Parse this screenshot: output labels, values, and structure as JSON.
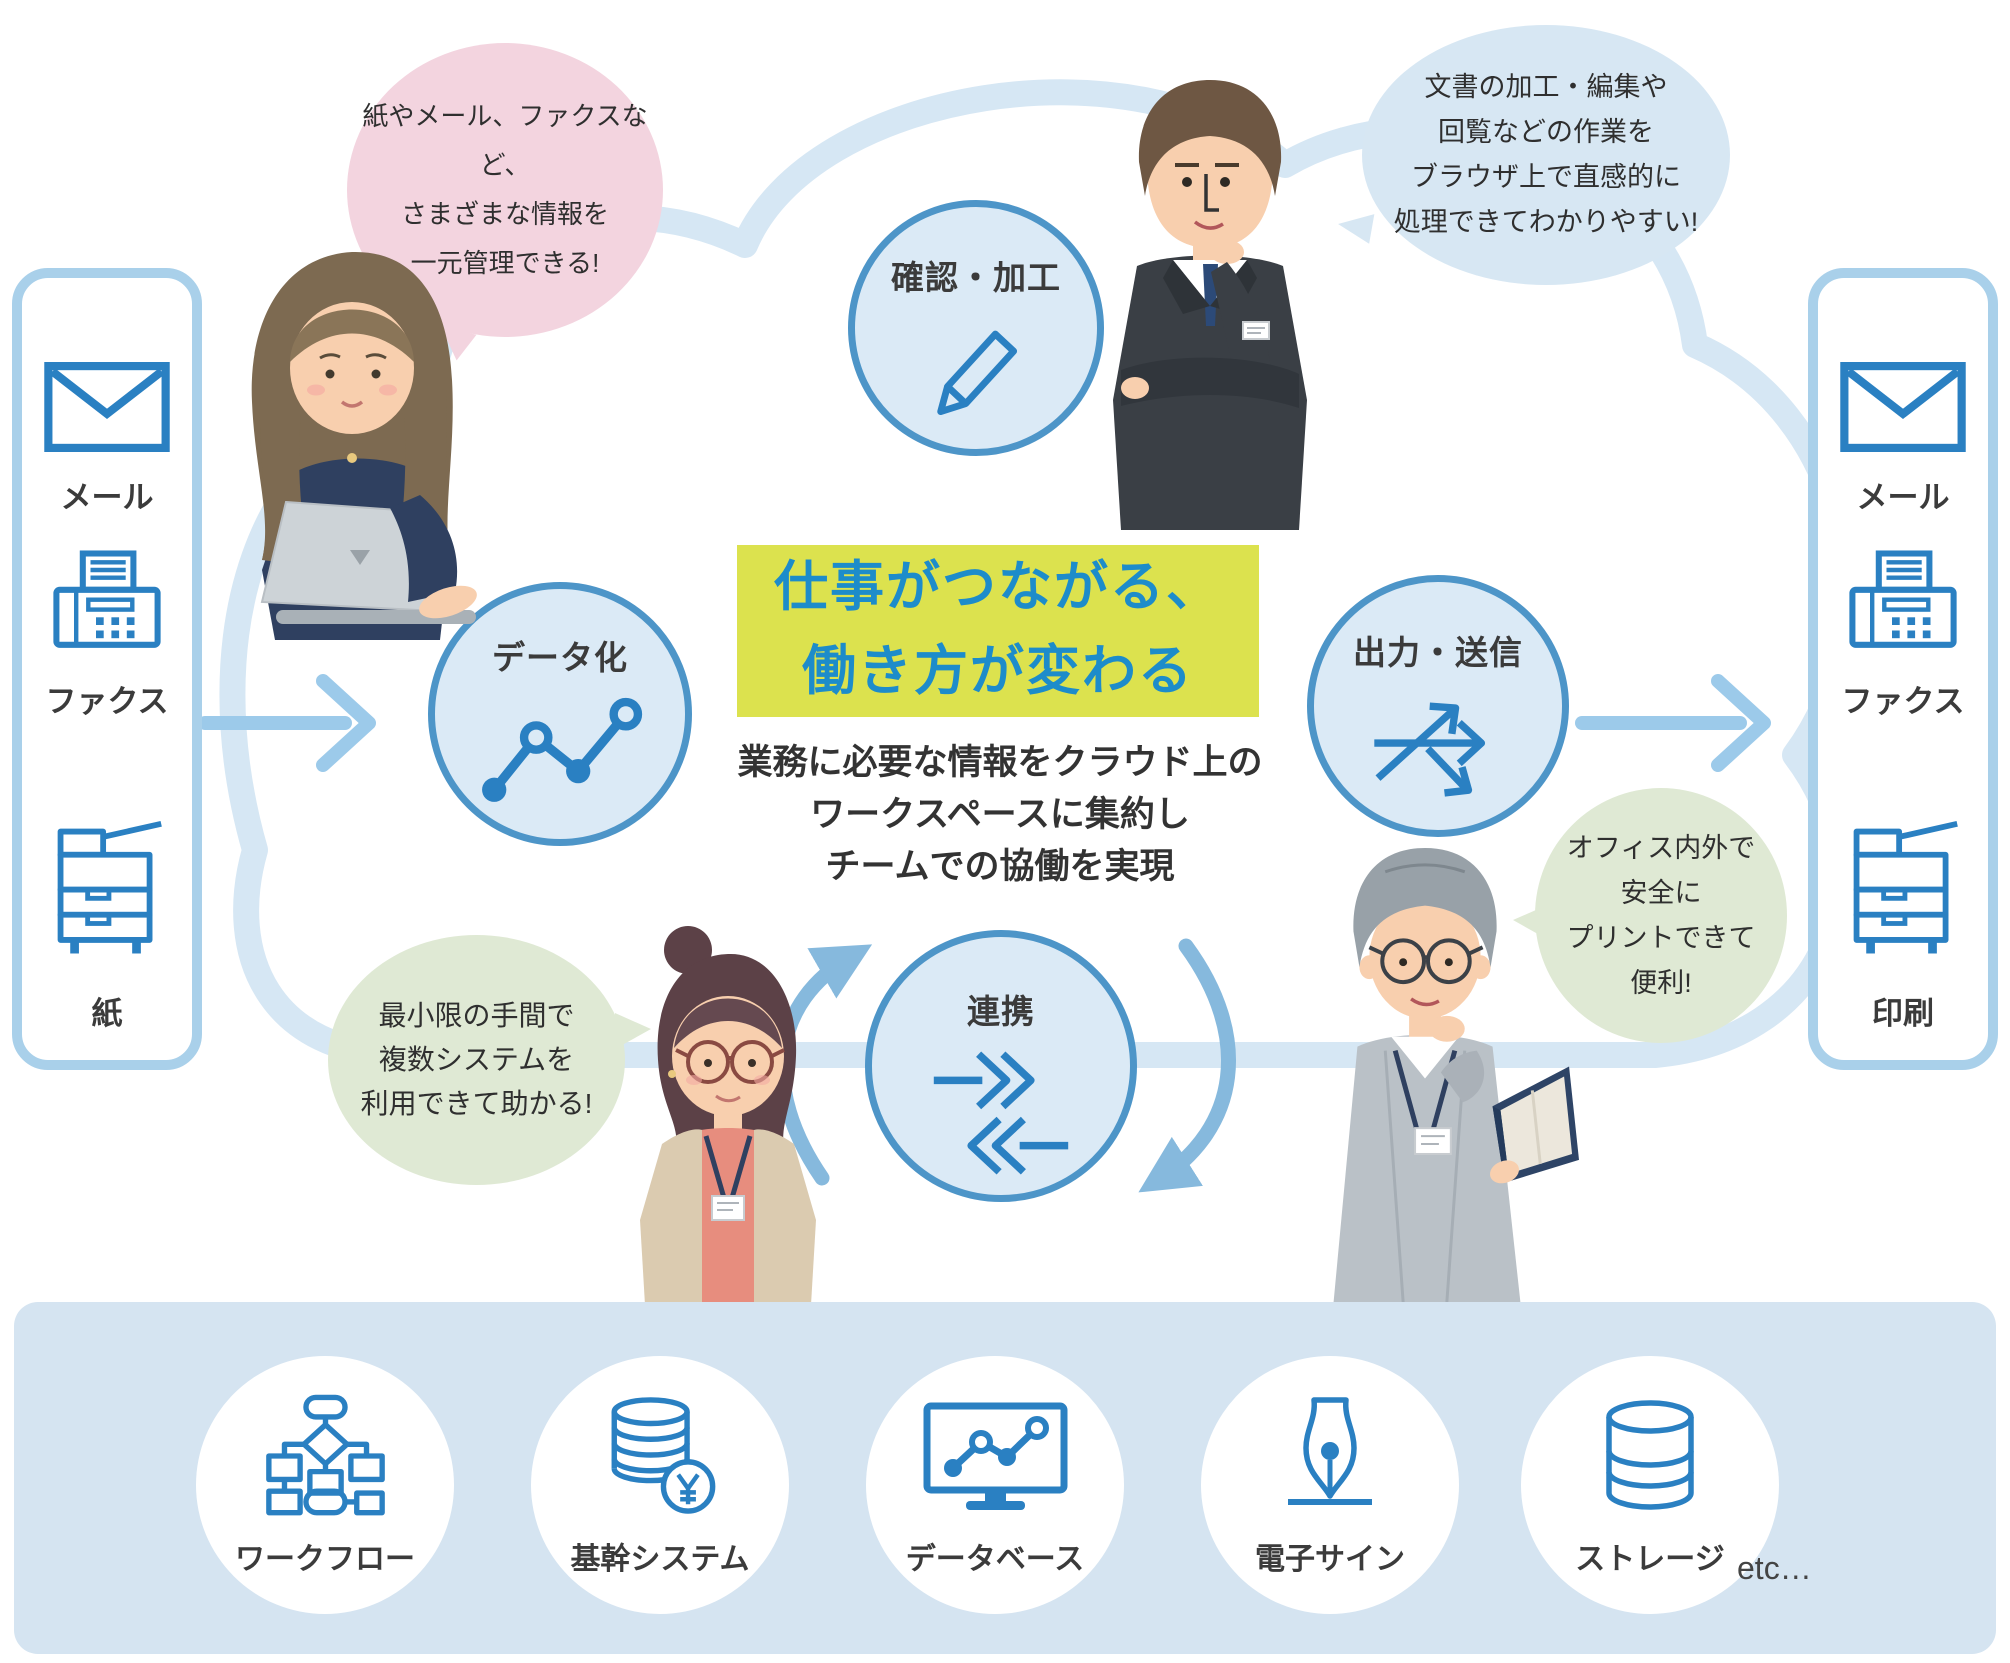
{
  "headline": {
    "line1": "仕事がつながる、",
    "line2": "働き方が変わる"
  },
  "description": {
    "line1": "業務に必要な情報をクラウド上の",
    "line2": "ワークスペースに集約し",
    "line3": "チームでの協働を実現"
  },
  "process": {
    "confirm": "確認・加工",
    "digitize": "データ化",
    "output": "出力・送信",
    "link": "連携"
  },
  "left_panel": {
    "mail": "メール",
    "fax": "ファクス",
    "paper": "紙"
  },
  "right_panel": {
    "mail": "メール",
    "fax": "ファクス",
    "print": "印刷"
  },
  "bubbles": {
    "pink": {
      "line1": "紙やメール、ファクスなど、",
      "line2": "さまざまな情報を",
      "line3": "一元管理できる!"
    },
    "blue": {
      "line1": "文書の加工・編集や",
      "line2": "回覧などの作業を",
      "line3": "ブラウザ上で直感的に",
      "line4": "処理できてわかりやすい!"
    },
    "green_left": {
      "line1": "最小限の手間で",
      "line2": "複数システムを",
      "line3": "利用できて助かる!"
    },
    "green_right": {
      "line1": "オフィス内外で",
      "line2": "安全に",
      "line3": "プリントできて",
      "line4": "便利!"
    }
  },
  "services": {
    "workflow": "ワークフロー",
    "core_system": "基幹システム",
    "database": "データベース",
    "esign": "電子サイン",
    "storage": "ストレージ",
    "etc": "etc…"
  },
  "colors": {
    "accent_blue": "#2a80c2",
    "circle_border": "#4d95c8",
    "circle_fill": "#dbeaf6",
    "cloud_outline": "#d6e7f4",
    "panel_border": "#a9d0ea",
    "band_bg": "#d5e4f1",
    "headline_bg": "#dce24e",
    "headline_text": "#1d8cca",
    "bubble_pink": "#f3d4df",
    "bubble_blue": "#d7e7f3",
    "bubble_green": "#dfe9d4",
    "arrow_blue": "#9ccaea",
    "text_dark": "#3b3b3b"
  }
}
